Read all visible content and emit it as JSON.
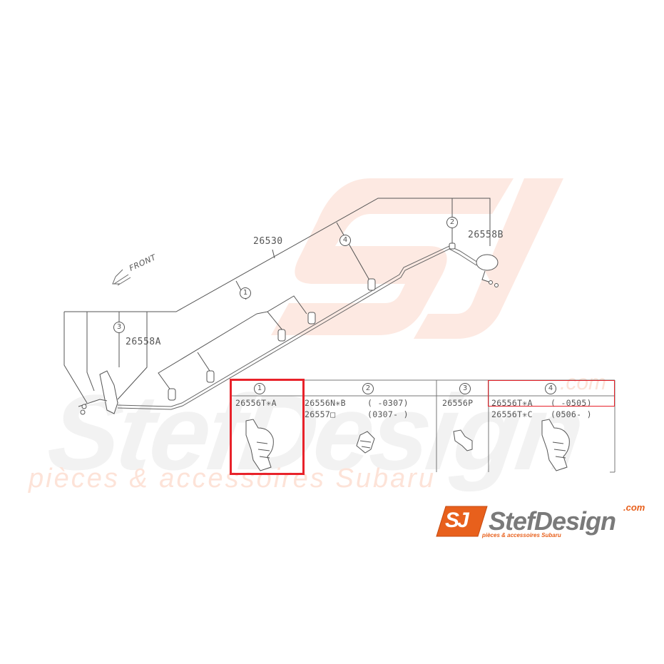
{
  "diagram": {
    "orientation_label": "FRONT",
    "parts": {
      "main_pipe": "26530",
      "bracket_front": "26558A",
      "bracket_rear": "26558B"
    },
    "callouts": [
      "1",
      "2",
      "3",
      "4"
    ]
  },
  "parts_table": {
    "columns": [
      {
        "index": "1",
        "rows": [
          {
            "part": "26556T✳A",
            "range": ""
          }
        ],
        "highlighted": true
      },
      {
        "index": "2",
        "rows": [
          {
            "part": "26556N✳B",
            "range": "(    -0307)"
          },
          {
            "part": "26557□",
            "range": "(0307-    )"
          }
        ],
        "highlighted": false
      },
      {
        "index": "3",
        "rows": [
          {
            "part": "26556P",
            "range": ""
          }
        ],
        "highlighted": false
      },
      {
        "index": "4",
        "rows": [
          {
            "part": "26556T✳A",
            "range": "(    -0505)"
          },
          {
            "part": "26556T✳C",
            "range": "(0506-    )"
          }
        ],
        "highlighted_row": 0
      }
    ]
  },
  "watermark": {
    "brand": "StefDesign",
    "domain_suffix": ".com",
    "tagline": "pièces & accessoires Subaru"
  },
  "logo": {
    "mark": "SJ",
    "brand": "StefDesign",
    "domain_suffix": ".com",
    "tagline": "pièces & accessoires Subaru"
  },
  "colors": {
    "highlight": "#e8222a",
    "logo_orange": "#e8601c",
    "line": "#555555",
    "watermark_orange": "#fde6de",
    "watermark_grey": "#f0f0f0"
  }
}
